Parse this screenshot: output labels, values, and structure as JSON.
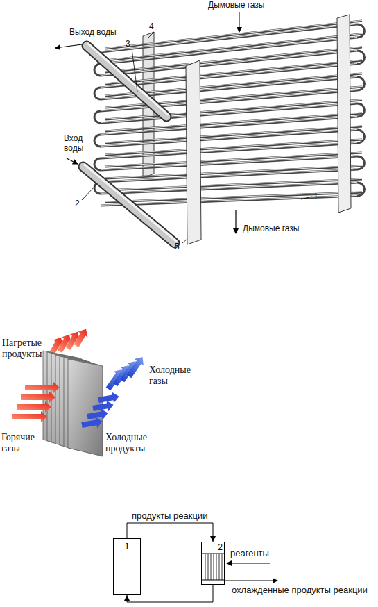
{
  "diagram": {
    "nodes": [
      {
        "text": [
          "1"
        ]
      },
      {
        "text": [
          "2"
        ]
      }
    ],
    "edges": [
      {
        "from": 0,
        "to": 1,
        "arrow": "to",
        "label": "продукты реакции"
      },
      {
        "from": 1,
        "to": 0,
        "arrow": "to"
      }
    ],
    "labels": [
      "Дымовые газы",
      "Выход воды",
      "3",
      "4",
      "Вход воды",
      "2",
      "1",
      "5",
      "Дымовые газы",
      "Нагретые продукты",
      "Холодные газы",
      "Горячие газы",
      "Холодные продукты",
      "реагенты",
      "охлажденные продукты реакции"
    ]
  }
}
